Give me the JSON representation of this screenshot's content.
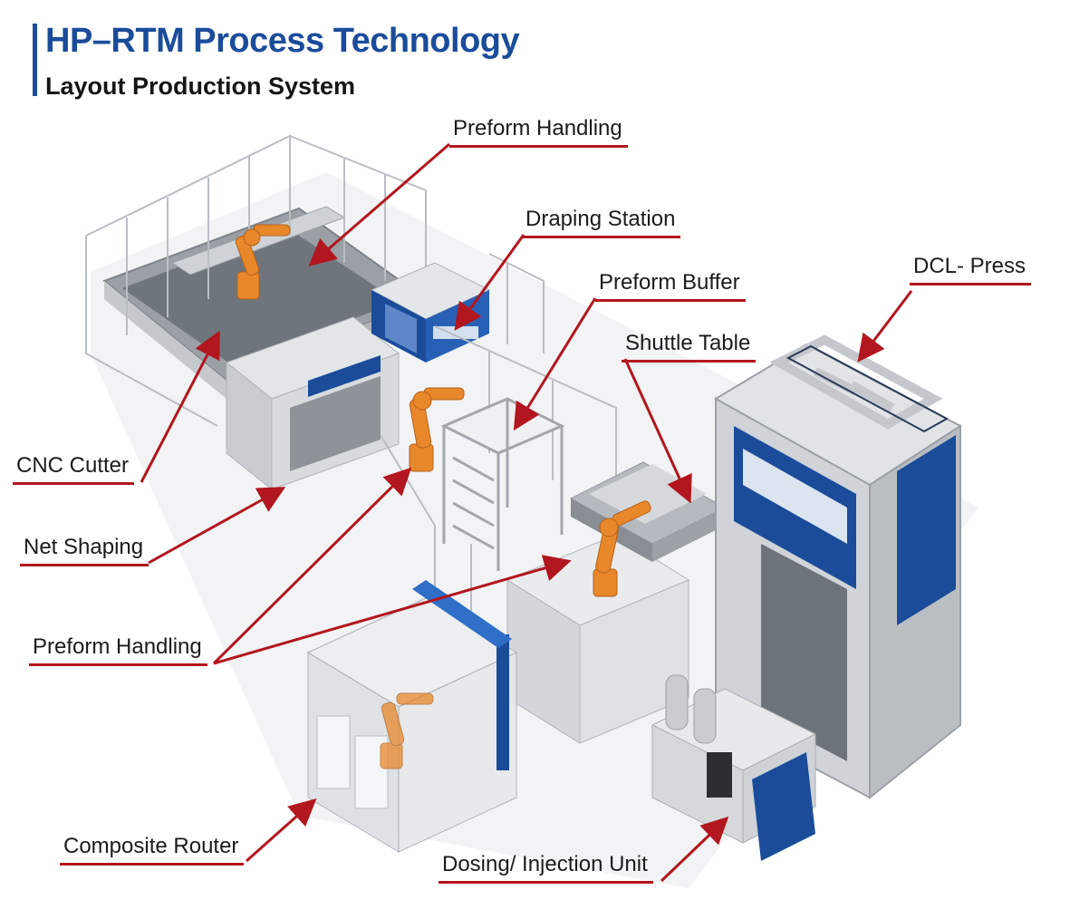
{
  "header": {
    "title": "HP–RTM Process Technology",
    "subtitle": "Layout Production System"
  },
  "labels": {
    "preform_handling_top": "Preform Handling",
    "draping_station": "Draping Station",
    "preform_buffer": "Preform Buffer",
    "dcl_press": "DCL- Press",
    "shuttle_table": "Shuttle Table",
    "cnc_cutter": "CNC Cutter",
    "net_shaping": "Net Shaping",
    "preform_handling_bottom": "Preform Handling",
    "composite_router": "Composite Router",
    "dosing_injection_unit": "Dosing/ Injection Unit"
  },
  "colors": {
    "brand_blue": "#1a4c9a",
    "callout_red": "#b2161e",
    "robot_orange": "#e8882a",
    "machine_grey": "#d4d8dc",
    "floor": "#f2f3f4"
  },
  "icons": [
    "industrial-robot-icon",
    "press-icon",
    "fence-icon"
  ]
}
